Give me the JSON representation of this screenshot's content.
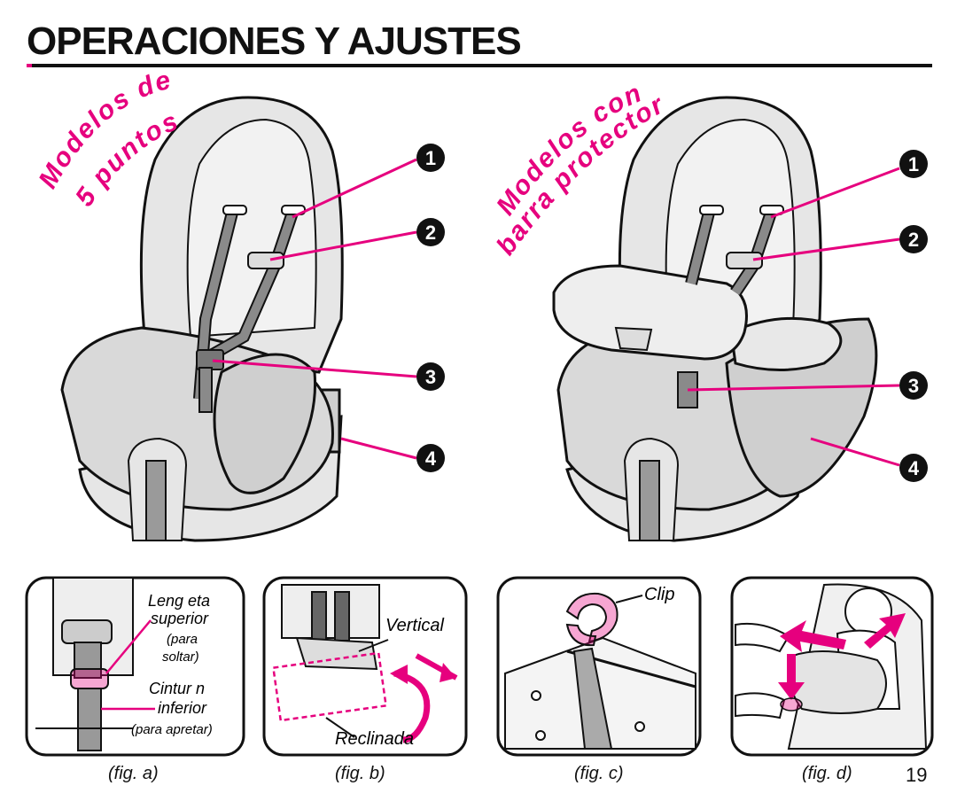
{
  "title": "OPERACIONES Y AJUSTES",
  "colors": {
    "accent": "#E6007E",
    "ink": "#111111",
    "seat_fill": "#E6E6E6",
    "seat_shade": "#CFCFCF"
  },
  "left_seat": {
    "label_line1": "Modelos de",
    "label_line2": "5 puntos",
    "callouts": [
      "1",
      "2",
      "3",
      "4"
    ]
  },
  "right_seat": {
    "label_line1": "Modelos con",
    "label_line2": "barra protectora",
    "callouts": [
      "1",
      "2",
      "3",
      "4"
    ]
  },
  "figures": {
    "a": {
      "caption": "(fig. a)",
      "label_lengueta_1": "Leng eta",
      "label_lengueta_2": "superior",
      "label_soltar_1": "(para",
      "label_soltar_2": "soltar)",
      "label_cinturon_1": "Cintur n",
      "label_cinturon_2": "inferior",
      "label_apretar": "(para apretar)"
    },
    "b": {
      "caption": "(fig. b)",
      "label_vertical": "Vertical",
      "label_reclinada": "Reclinada"
    },
    "c": {
      "caption": "(fig. c)",
      "label_clip": "Clip"
    },
    "d": {
      "caption": "(fig. d)"
    }
  },
  "page_number": "19"
}
